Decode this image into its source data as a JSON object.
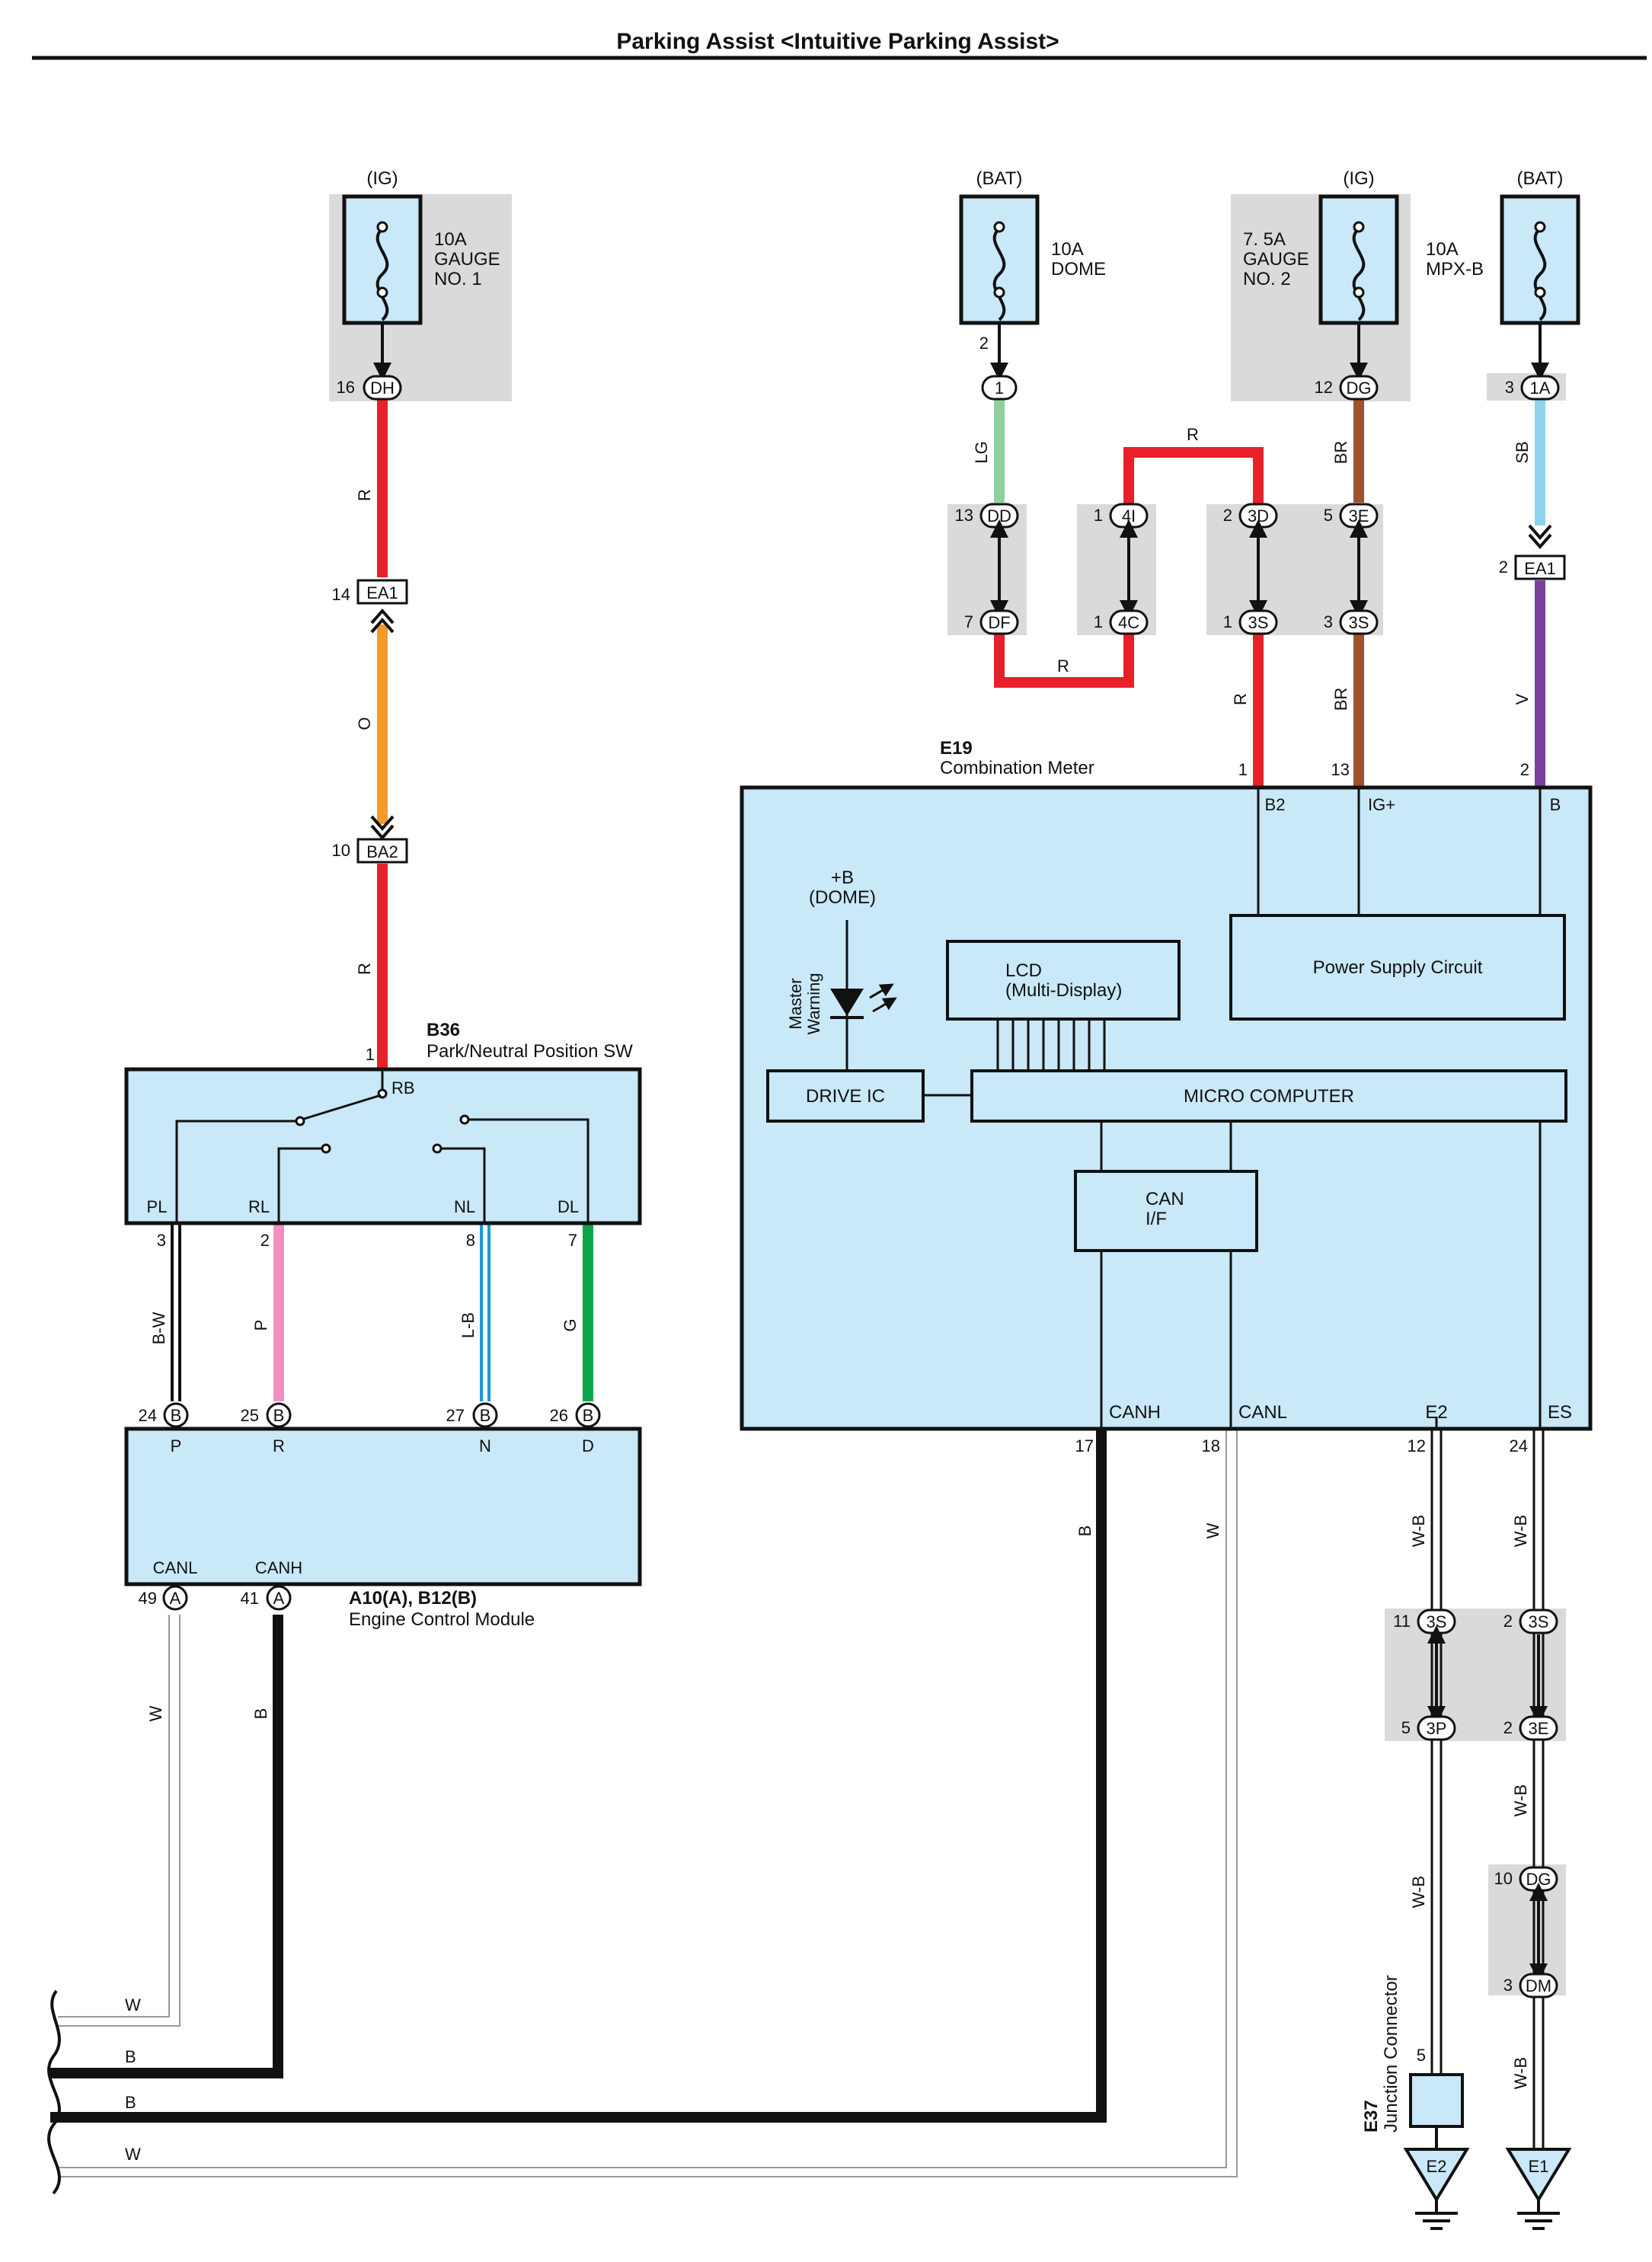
{
  "title": "Parking Assist <Intuitive Parking Assist>",
  "colors": {
    "component_fill": "#c9e8f8",
    "shade": "#dadada",
    "red": "#e8202a",
    "orange": "#f39a2b",
    "light_green": "#8fd19e",
    "brown": "#a0522d",
    "sky_blue": "#8fd3f0",
    "violet": "#7b3f9a",
    "pink": "#f08fc0",
    "blue": "#1a9ad6",
    "green": "#0aa64a",
    "black": "#111111",
    "white_wire": "#999999"
  },
  "fuses": [
    {
      "supply": "(IG)",
      "rating": "10A",
      "name_lines": [
        "GAUGE",
        "NO. 1"
      ]
    },
    {
      "supply": "(BAT)",
      "rating": "10A",
      "name_lines": [
        "DOME"
      ]
    },
    {
      "supply": "(IG)",
      "rating": "7. 5A",
      "name_lines": [
        "GAUGE",
        "NO. 2"
      ]
    },
    {
      "supply": "(BAT)",
      "rating": "10A",
      "name_lines": [
        "MPX-B"
      ]
    }
  ],
  "connectors": {
    "c16_dh": {
      "pin": "16",
      "code": "DH"
    },
    "c14_ea1": {
      "pin": "14",
      "code": "EA1"
    },
    "c10_ba2": {
      "pin": "10",
      "code": "BA2"
    },
    "c2_1": {
      "pin": "2",
      "code": "1"
    },
    "c13_dd": {
      "pin": "13",
      "code": "DD"
    },
    "c7_df": {
      "pin": "7",
      "code": "DF"
    },
    "c1_4i": {
      "pin": "1",
      "code": "4I"
    },
    "c1_4c": {
      "pin": "1",
      "code": "4C"
    },
    "c2_3d": {
      "pin": "2",
      "code": "3D"
    },
    "c1_3s": {
      "pin": "1",
      "code": "3S"
    },
    "c12_dg": {
      "pin": "12",
      "code": "DG"
    },
    "c5_3e": {
      "pin": "5",
      "code": "3E"
    },
    "c3_3s": {
      "pin": "3",
      "code": "3S"
    },
    "c3_1a": {
      "pin": "3",
      "code": "1A"
    },
    "c2_ea1": {
      "pin": "2",
      "code": "EA1"
    },
    "c11_3s": {
      "pin": "11",
      "code": "3S"
    },
    "c5_3p": {
      "pin": "5",
      "code": "3P"
    },
    "c2_3s": {
      "pin": "2",
      "code": "3S"
    },
    "c2_3e": {
      "pin": "2",
      "code": "3E"
    },
    "c10_dg": {
      "pin": "10",
      "code": "DG"
    },
    "c3_dm": {
      "pin": "3",
      "code": "DM"
    }
  },
  "wire_colors": {
    "r": "R",
    "o": "O",
    "lg": "LG",
    "br": "BR",
    "sb": "SB",
    "v": "V",
    "bw": "B-W",
    "p": "P",
    "lb": "L-B",
    "g": "G",
    "b": "B",
    "w": "W",
    "wb": "W-B"
  },
  "b36": {
    "code": "B36",
    "name": "Park/Neutral Position SW",
    "input_pin": "1",
    "input_terminal": "RB",
    "terminals": [
      {
        "name": "PL",
        "pin": "3"
      },
      {
        "name": "RL",
        "pin": "2"
      },
      {
        "name": "NL",
        "pin": "8"
      },
      {
        "name": "DL",
        "pin": "7"
      }
    ]
  },
  "ecm": {
    "code": "A10(A), B12(B)",
    "name": "Engine Control Module",
    "inputs": [
      {
        "pin": "24",
        "conn": "B",
        "terminal": "P"
      },
      {
        "pin": "25",
        "conn": "B",
        "terminal": "R"
      },
      {
        "pin": "27",
        "conn": "B",
        "terminal": "N"
      },
      {
        "pin": "26",
        "conn": "B",
        "terminal": "D"
      }
    ],
    "can": [
      {
        "pin": "49",
        "conn": "A",
        "terminal": "CANL"
      },
      {
        "pin": "41",
        "conn": "A",
        "terminal": "CANH"
      }
    ]
  },
  "e19": {
    "code": "E19",
    "name": "Combination Meter",
    "top_pins": [
      {
        "pin": "1",
        "terminal": "B2"
      },
      {
        "pin": "13",
        "terminal": "IG+"
      },
      {
        "pin": "2",
        "terminal": "B"
      }
    ],
    "bottom_pins": [
      {
        "pin": "17",
        "terminal": "CANH"
      },
      {
        "pin": "18",
        "terminal": "CANL"
      },
      {
        "pin": "12",
        "terminal": "E2"
      },
      {
        "pin": "24",
        "terminal": "ES"
      }
    ],
    "power_supply": "Power Supply Circuit",
    "lcd_line1": "LCD",
    "lcd_line2": "(Multi-Display)",
    "drive_ic": "DRIVE IC",
    "micro": "MICRO COMPUTER",
    "can_if_line1": "CAN",
    "can_if_line2": "I/F",
    "dome_line1": "+B",
    "dome_line2": "(DOME)",
    "warning_line1": "Master",
    "warning_line2": "Warning"
  },
  "e37": {
    "code": "E37",
    "name": "Junction Connector",
    "pin": "5"
  },
  "grounds": [
    "E2",
    "E1"
  ]
}
